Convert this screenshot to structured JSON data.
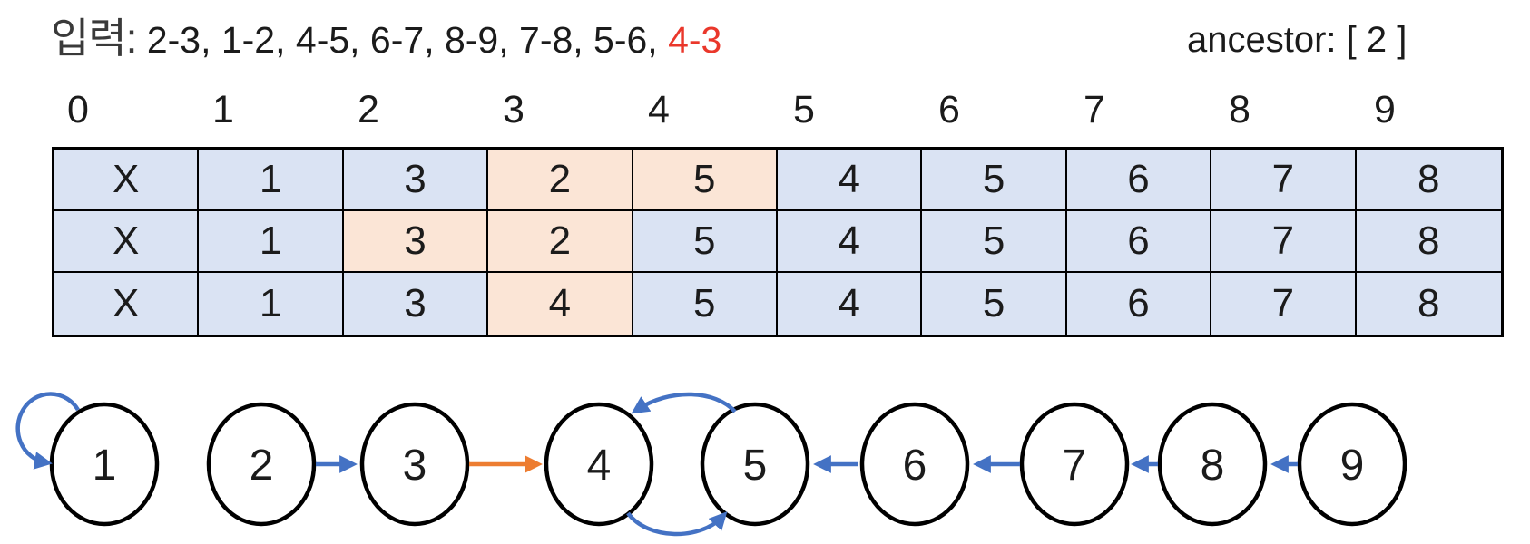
{
  "header": {
    "input_label": "입력:",
    "input_pairs": " 2-3, 1-2, 4-5, 6-7, 8-9, 7-8, 5-6, ",
    "input_highlight_pair": "4-3",
    "ancestor_text": "ancestor: [ 2 ]"
  },
  "table": {
    "column_indices": [
      "0",
      "1",
      "2",
      "3",
      "4",
      "5",
      "6",
      "7",
      "8",
      "9"
    ],
    "rows": [
      {
        "cells": [
          "X",
          "1",
          "3",
          "2",
          "5",
          "4",
          "5",
          "6",
          "7",
          "8"
        ],
        "highlighted": [
          3,
          4
        ]
      },
      {
        "cells": [
          "X",
          "1",
          "3",
          "2",
          "5",
          "4",
          "5",
          "6",
          "7",
          "8"
        ],
        "highlighted": [
          2,
          3
        ]
      },
      {
        "cells": [
          "X",
          "1",
          "3",
          "4",
          "5",
          "4",
          "5",
          "6",
          "7",
          "8"
        ],
        "highlighted": [
          3
        ]
      }
    ]
  },
  "graph": {
    "nodes": [
      "1",
      "2",
      "3",
      "4",
      "5",
      "6",
      "7",
      "8",
      "9"
    ],
    "edges": [
      {
        "from": "1",
        "to": "1",
        "color": "blue",
        "type": "self-loop"
      },
      {
        "from": "2",
        "to": "3",
        "color": "blue",
        "type": "straight"
      },
      {
        "from": "3",
        "to": "4",
        "color": "orange",
        "type": "straight"
      },
      {
        "from": "5",
        "to": "4",
        "color": "blue",
        "type": "curved-top"
      },
      {
        "from": "4",
        "to": "5",
        "color": "blue",
        "type": "curved-bottom"
      },
      {
        "from": "6",
        "to": "5",
        "color": "blue",
        "type": "straight"
      },
      {
        "from": "7",
        "to": "6",
        "color": "blue",
        "type": "straight"
      },
      {
        "from": "8",
        "to": "7",
        "color": "blue",
        "type": "straight"
      },
      {
        "from": "9",
        "to": "8",
        "color": "blue",
        "type": "straight"
      }
    ]
  },
  "colors": {
    "cell_blue": "#dae3f3",
    "cell_peach": "#fbe5d6",
    "arrow_blue": "#4472c4",
    "arrow_orange": "#ed7d31",
    "red_text": "#ea372b",
    "node_stroke": "#000000"
  }
}
